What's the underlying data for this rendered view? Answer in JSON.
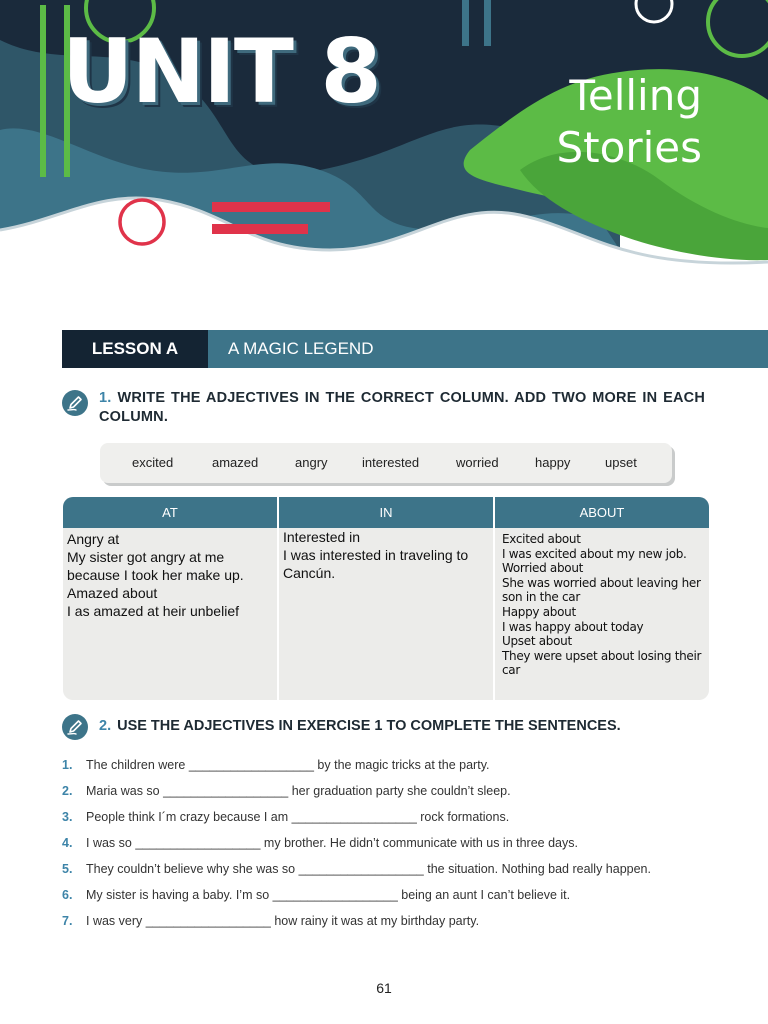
{
  "header": {
    "unit_title": "UNIT 8",
    "subtitle_line1": "Telling",
    "subtitle_line2": "Stories"
  },
  "lesson": {
    "label": "LESSON A",
    "name": "A MAGIC LEGEND"
  },
  "exercise1": {
    "number": "1.",
    "instruction": "WRITE THE ADJECTIVES IN THE CORRECT COLUMN. ADD TWO MORE IN EACH COLUMN.",
    "word_bank": [
      "excited",
      "amazed",
      "angry",
      "interested",
      "worried",
      "happy",
      "upset"
    ],
    "table": {
      "headers": [
        "AT",
        "IN",
        "ABOUT"
      ],
      "at": [
        "Angry at",
        "My sister got angry at me",
        "because I took her make up.",
        "Amazed about",
        "I as amazed at heir unbelief"
      ],
      "in": [
        "Interested in",
        "I was interested in traveling to",
        "Cancún."
      ],
      "about": [
        "Excited about",
        "I was excited about my new job.",
        "Worried about",
        "She was worried about leaving her",
        "son in the car",
        "Happy about",
        "I was happy about today",
        "Upset about",
        "They were upset about losing their",
        "car"
      ]
    }
  },
  "exercise2": {
    "number": "2.",
    "instruction": "USE THE ADJECTIVES IN EXERCISE 1 TO COMPLETE THE SENTENCES.",
    "sentences": [
      {
        "n": "1.",
        "text": "The children were __________________ by the magic tricks at the party."
      },
      {
        "n": "2.",
        "text": "Maria was so __________________ her graduation party she couldn’t sleep."
      },
      {
        "n": "3.",
        "text": "People think I´m crazy because I am __________________ rock formations."
      },
      {
        "n": "4.",
        "text": "I was so __________________ my brother. He didn’t communicate with us in three days."
      },
      {
        "n": "5.",
        "text": "They couldn’t believe why she was so __________________ the situation. Nothing bad really happen."
      },
      {
        "n": "6.",
        "text": "My sister is having a baby. I’m so __________________ being an aunt I can’t believe it."
      },
      {
        "n": "7.",
        "text": "I was very __________________ how rainy it was at my birthday party."
      }
    ]
  },
  "page_number": "61",
  "colors": {
    "navy": "#142433",
    "teal": "#3d7489",
    "green": "#5cbb46",
    "red": "#e0334a",
    "accent_blue": "#3d84a8"
  },
  "icons": {
    "exercise": "pencil-edit-icon"
  }
}
